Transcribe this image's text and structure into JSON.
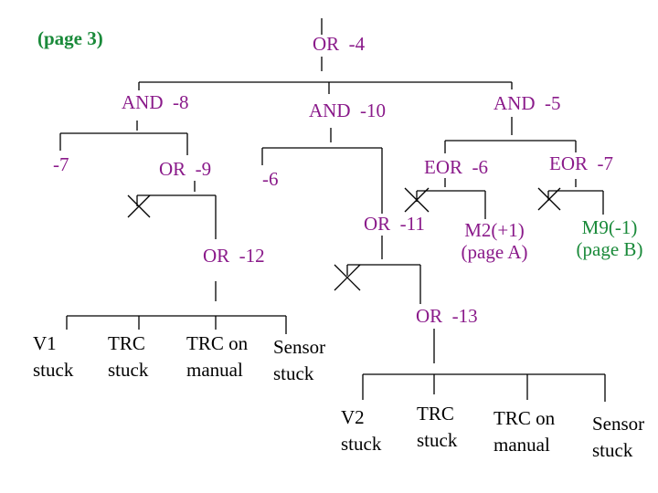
{
  "colors": {
    "gate": "#8a1a8a",
    "reference": "#1a8a3a",
    "event": "#000000",
    "line": "#000000"
  },
  "page_ref": "(page 3)",
  "gates": {
    "or_4": "OR  -4",
    "and_8": "AND  -8",
    "and_10": "AND  -10",
    "and_5": "AND  -5",
    "ref_7": "-7",
    "or_9": "OR  -9",
    "ref_6": "-6",
    "eor_6": "EOR  -6",
    "eor_7": "EOR  -7",
    "or_11": "OR  -11",
    "or_12": "OR  -12",
    "or_13": "OR  -13"
  },
  "refs": {
    "m2_line1": "M2(+1)",
    "m2_line2": "(page A)",
    "m9_line1": "M9(-1)",
    "m9_line2": "(page B)"
  },
  "events_left": {
    "v1_1": "V1",
    "v1_2": "stuck",
    "trc_1": "TRC",
    "trc_2": "stuck",
    "trcman_1": "TRC on",
    "trcman_2": "manual",
    "sensor_1": "Sensor",
    "sensor_2": "stuck"
  },
  "events_right": {
    "v2_1": "V2",
    "v2_2": "stuck",
    "trc_1": "TRC",
    "trc_2": "stuck",
    "trcman_1": "TRC on",
    "trcman_2": "manual",
    "sensor_1": "Sensor",
    "sensor_2": "stuck"
  }
}
